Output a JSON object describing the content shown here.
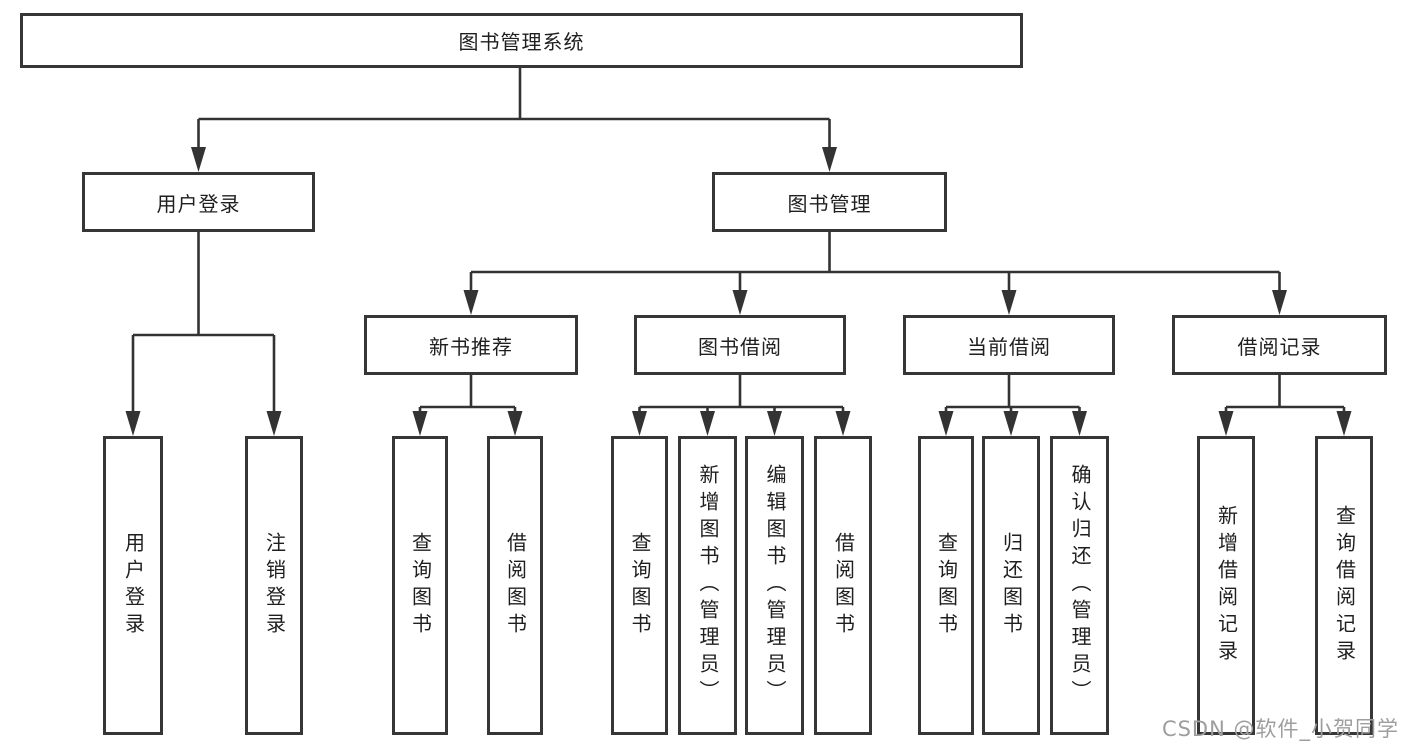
{
  "diagram": {
    "root": "图书管理系统",
    "level2": {
      "user_login": "用户登录",
      "book_mgmt": "图书管理"
    },
    "level3": {
      "new_books": "新书推荐",
      "book_borrow": "图书借阅",
      "current_borrow": "当前借阅",
      "borrow_records": "借阅记录"
    },
    "leaves": {
      "user_login": [
        "用户登录",
        "注销登录"
      ],
      "new_books": [
        "查询图书",
        "借阅图书"
      ],
      "book_borrow": [
        "查询图书",
        "新增图书（管理员）",
        "编辑图书（管理员）",
        "借阅图书"
      ],
      "current_borrow": [
        "查询图书",
        "归还图书",
        "确认归还（管理员）"
      ],
      "borrow_records": [
        "新增借阅记录",
        "查询借阅记录"
      ]
    }
  },
  "watermark": "CSDN @软件_小贺同学",
  "colors": {
    "line": "#333333",
    "box_border": "#363636",
    "text": "#1f1f1f",
    "watermark": "#9e9e9e",
    "background": "#ffffff"
  }
}
